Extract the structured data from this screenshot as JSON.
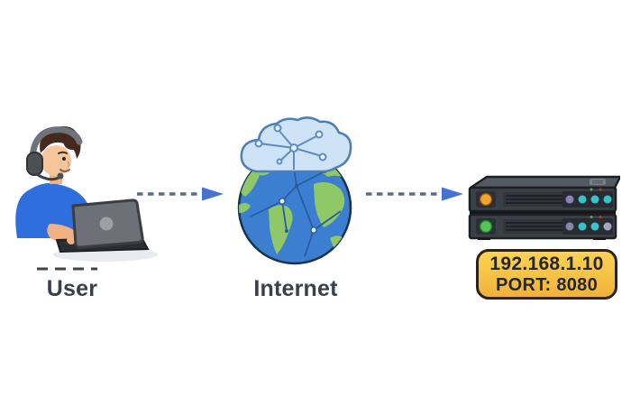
{
  "page": {
    "type": "network-flow-diagram",
    "background": "#ffffff"
  },
  "nodes": {
    "user": {
      "label": "User",
      "icon": "person-with-headset-at-laptop-icon"
    },
    "internet": {
      "label": "Internet",
      "icon": "globe-with-cloud-network-icon"
    },
    "server": {
      "icon": "server-rack-stack-icon",
      "badge": {
        "ip": "192.168.1.10",
        "port": "PORT: 8080"
      }
    }
  },
  "connections": [
    {
      "from": "user",
      "to": "internet",
      "style": "dashed-arrow"
    },
    {
      "from": "internet",
      "to": "server",
      "style": "dashed-arrow"
    }
  ],
  "colors": {
    "label_text": "#3a4049",
    "arrow_dash": "#5c6b82",
    "arrow_head": "#4673d2",
    "badge_background": "#f5c243",
    "badge_border": "#2b2318",
    "badge_text": "#23262e",
    "globe_ocean": "#3c7fd0",
    "globe_land": "#8fc866",
    "cloud_fill": "#cfe3f7",
    "server_body": "#3b4046",
    "led_orange": "#f2a532",
    "led_green": "#55c556",
    "indicator_teal": "#35c3cf",
    "indicator_purple": "#8e80bf",
    "shirt_blue": "#2f6fdd"
  }
}
